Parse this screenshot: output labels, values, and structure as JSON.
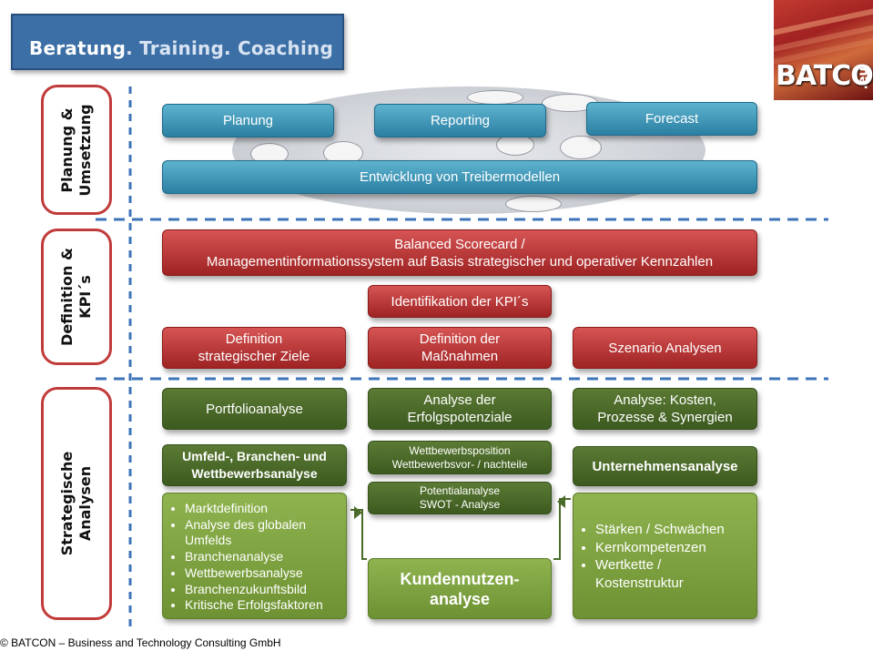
{
  "header": {
    "title_parts": [
      "Beratung",
      ". Training",
      ". Coaching"
    ]
  },
  "logo": {
    "name": "BATCON",
    "suffix": ".eu"
  },
  "sections": {
    "planning": "Planung &\nUmsetzung",
    "definition": "Definition &\nKPI´s",
    "strategic": "Strategische\nAnalysen"
  },
  "planning_row": {
    "planung": "Planung",
    "reporting": "Reporting",
    "forecast": "Forecast",
    "treiber": "Entwicklung von Treibermodellen"
  },
  "definition_row": {
    "bsc": "Balanced Scorecard /\nManagementinformationssystem auf Basis strategischer und operativer Kennzahlen",
    "kpi": "Identifikation der KPI´s",
    "ziele": "Definition\nstrategischer Ziele",
    "massnahmen": "Definition der\nMaßnahmen",
    "szenario": "Szenario Analysen"
  },
  "strategic_row": {
    "portfolio": "Portfolioanalyse",
    "erfolg": "Analyse der\nErfolgspotenziale",
    "kosten": "Analyse: Kosten,\nProzesse & Synergien",
    "umfeld": "Umfeld-, Branchen- und\nWettbewerbsanalyse",
    "wettbewerb": "Wettbewerbsposition\nWettbewerbsvor- / nachteile",
    "potential": "Potentialanalyse\nSWOT - Analyse",
    "unternehmen": "Unternehmensanalyse",
    "kunden": "Kundennutzen-\nanalyse",
    "umfeld_items": [
      "Marktdefinition",
      "Analyse des globalen Umfelds",
      "Branchenanalyse",
      "Wettbewerbsanalyse",
      "Branchenzukunftsbild",
      "Kritische Erfolgsfaktoren"
    ],
    "unternehmen_items": [
      "Stärken / Schwächen",
      "Kernkompetenzen",
      "Wertkette / Kostenstruktur"
    ]
  },
  "footer": "© BATCON – Business and Technology Consulting GmbH",
  "colors": {
    "blue": "#2b7fa2",
    "red": "#9f2323",
    "dark_green": "#3d5a1f",
    "light_green": "#6e9233",
    "dashed": "#3d74b8",
    "section_border": "#c23b3b"
  }
}
